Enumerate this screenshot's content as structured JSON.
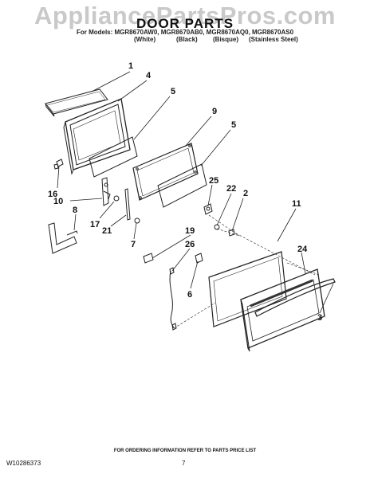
{
  "watermark": "AppliancePartsPros.com",
  "title": "DOOR PARTS",
  "models_line": "For Models: MGR8670AW0, MGR8670AB0, MGR8670AQ0, MGR8670AS0",
  "variants": [
    "(White)",
    "(Black)",
    "(Bisque)",
    "(Stainless Steel)"
  ],
  "callouts": [
    "1",
    "4",
    "5",
    "9",
    "5",
    "25",
    "22",
    "2",
    "11",
    "10",
    "16",
    "17",
    "21",
    "8",
    "7",
    "19",
    "26",
    "24",
    "6",
    "3"
  ],
  "footer": {
    "info": "FOR ORDERING INFORMATION REFER TO PARTS PRICE LIST",
    "doc_number": "W10286373",
    "page": "7"
  }
}
